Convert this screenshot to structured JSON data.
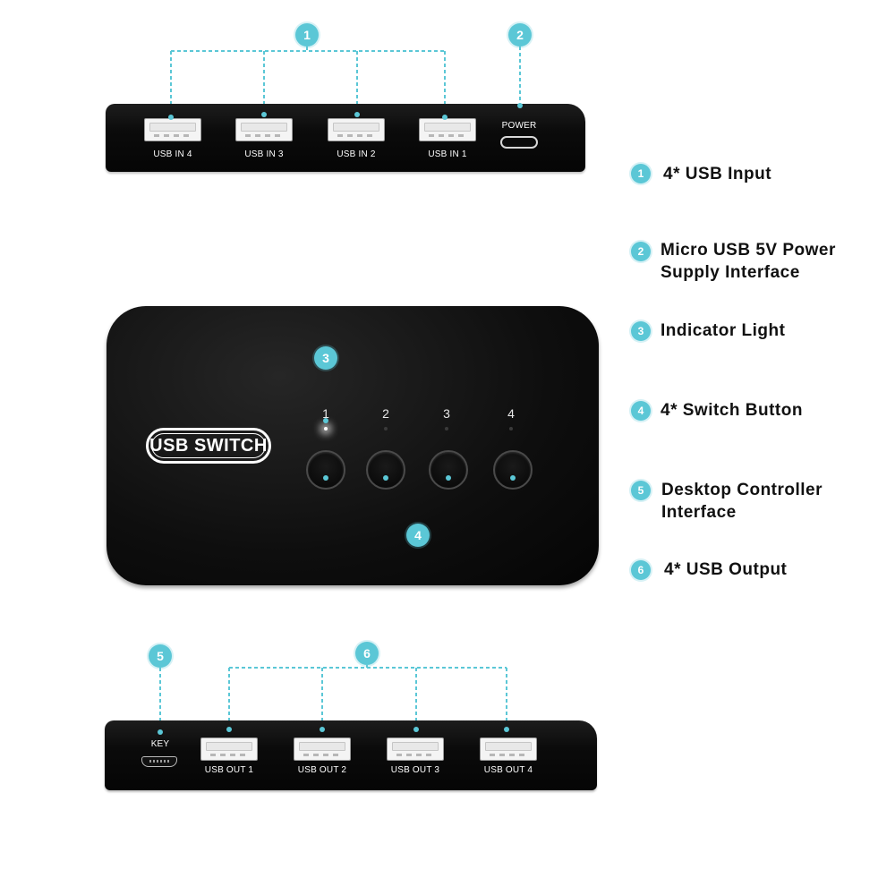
{
  "top_device": {
    "ports": [
      "USB IN 4",
      "USB IN 3",
      "USB IN 2",
      "USB IN 1"
    ],
    "power_label": "POWER"
  },
  "main_device": {
    "logo_text": "USB SWITCH",
    "button_numbers": [
      "1",
      "2",
      "3",
      "4"
    ],
    "active_indicator": "1"
  },
  "bottom_device": {
    "key_label": "KEY",
    "ports": [
      "USB OUT 1",
      "USB OUT 2",
      "USB OUT 3",
      "USB OUT 4"
    ]
  },
  "callouts": [
    "1",
    "2",
    "3",
    "4",
    "5",
    "6"
  ],
  "legend": [
    {
      "number": "1",
      "text": "4* USB Input"
    },
    {
      "number": "2",
      "line1": "Micro USB 5V Power",
      "line2": "Supply Interface"
    },
    {
      "number": "3",
      "text": "Indicator Light"
    },
    {
      "number": "4",
      "text": "4* Switch Button"
    },
    {
      "number": "5",
      "line1": "Desktop Controller",
      "line2": "Interface"
    },
    {
      "number": "6",
      "text": "4* USB Output"
    }
  ],
  "colors": {
    "accent": "#5bc7d6",
    "device": "#111111",
    "text": "#111111"
  }
}
